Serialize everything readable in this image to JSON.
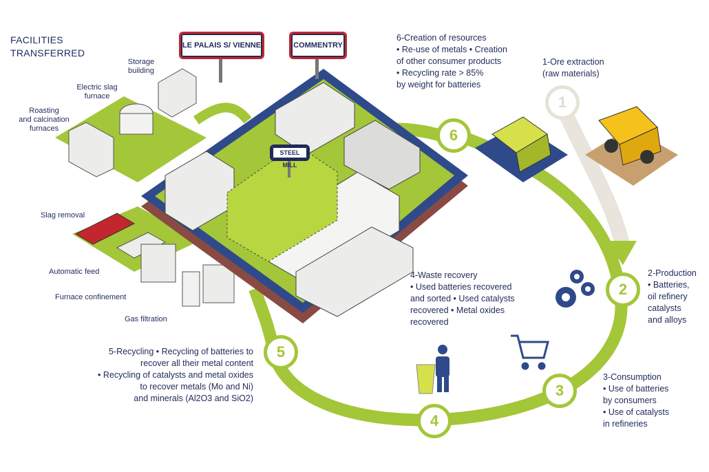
{
  "facilities_title": [
    "FACILITIES",
    "TRANSFERRED"
  ],
  "facility_labels": {
    "storage": [
      "Storage",
      "building"
    ],
    "electric_slag": [
      "Electric slag",
      "furnace"
    ],
    "roasting": [
      "Roasting",
      "and calcination",
      "furnaces"
    ],
    "slag_removal": "Slag removal",
    "automatic_feed": "Automatic feed",
    "furnace_confinement": "Furnace confinement",
    "gas_filtration": "Gas filtration"
  },
  "signs": {
    "le_palais": "LE PALAIS S/ VIENNE",
    "commentry": "COMMENTRY",
    "steel_mill": "STEEL MILL"
  },
  "steps": {
    "s1": {
      "number": "1",
      "lines": [
        "1-Ore extraction",
        "(raw materials)"
      ]
    },
    "s2": {
      "number": "2",
      "lines": [
        "2-Production",
        "• Batteries,",
        "oil refinery",
        "catalysts",
        "and alloys"
      ]
    },
    "s3": {
      "number": "3",
      "lines": [
        "3-Consumption",
        "• Use of batteries",
        "by consumers",
        "• Use of catalysts",
        "in refineries"
      ]
    },
    "s4": {
      "number": "4",
      "lines": [
        "4-Waste recovery",
        "• Used batteries recovered",
        "and sorted • Used catalysts",
        "recovered • Metal oxides",
        "recovered"
      ]
    },
    "s5": {
      "number": "5",
      "lines": [
        "5-Recycling • Recycling of batteries to",
        "recover all their metal content",
        "• Recycling of catalysts and metal oxides",
        "to recover metals (Mo and Ni)",
        "and minerals (Al2O3 and SiO2)"
      ]
    },
    "s6": {
      "number": "6",
      "lines": [
        "6-Creation of resources",
        "• Re-use of metals • Creation",
        "of other consumer products",
        "• Recycling rate > 85%",
        "by weight for batteries"
      ]
    }
  },
  "colors": {
    "green": "#a4c639",
    "navy": "#1f2a5a",
    "blue": "#2f4a8a",
    "red": "#c4262e",
    "grey_ring": "#e6e2d8"
  },
  "icons": [
    "gears-icon",
    "shopping-cart-icon",
    "person-trash-icon",
    "mining-truck-icon",
    "lorry-icon"
  ]
}
